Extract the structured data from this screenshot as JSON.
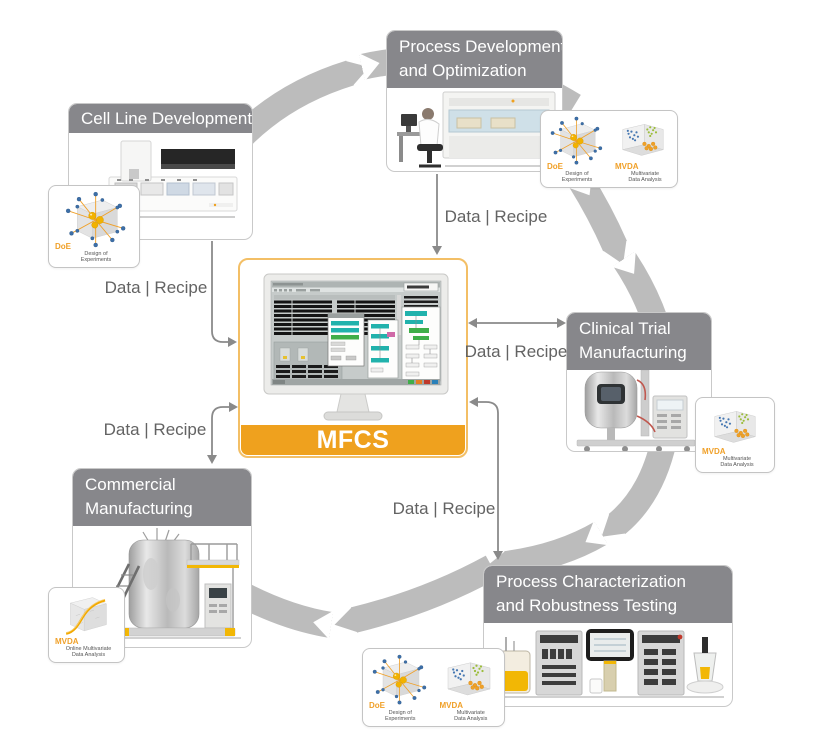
{
  "diagram_title": "MFCS bioprocess lifecycle diagram",
  "center": {
    "label": "MFCS"
  },
  "connections": {
    "data_recipe": "Data | Recipe"
  },
  "stages": {
    "cell_line": {
      "title": "Cell Line Development"
    },
    "process_dev": {
      "line1": "Process Development",
      "line2": "and Optimization"
    },
    "clinical": {
      "line1": "Clinical Trial",
      "line2": "Manufacturing"
    },
    "process_char": {
      "line1": "Process Characterization",
      "line2": "and Robustness Testing"
    },
    "commercial": {
      "line1": "Commercial",
      "line2": "Manufacturing"
    }
  },
  "tools": {
    "doe": {
      "abbr": "DoE",
      "caption1": "Design of",
      "caption2": "Experiments"
    },
    "mvda": {
      "abbr": "MVDA",
      "caption1": "Multivariate",
      "caption2": "Data Analysis"
    },
    "mvda_online": {
      "abbr": "MVDA",
      "caption1": "Online Multivariate",
      "caption2": "Data Analysis"
    }
  },
  "colors": {
    "accent_orange": "#EFA11E",
    "card_border_orange": "#F3BF66",
    "header_gray": "#87878B",
    "cycle_arc_gray": "#BCBCBC",
    "connector_gray": "#8A8A8A",
    "label_gray": "#636363",
    "screen_teal": "#21B2AC",
    "screen_green": "#3FAE49"
  }
}
